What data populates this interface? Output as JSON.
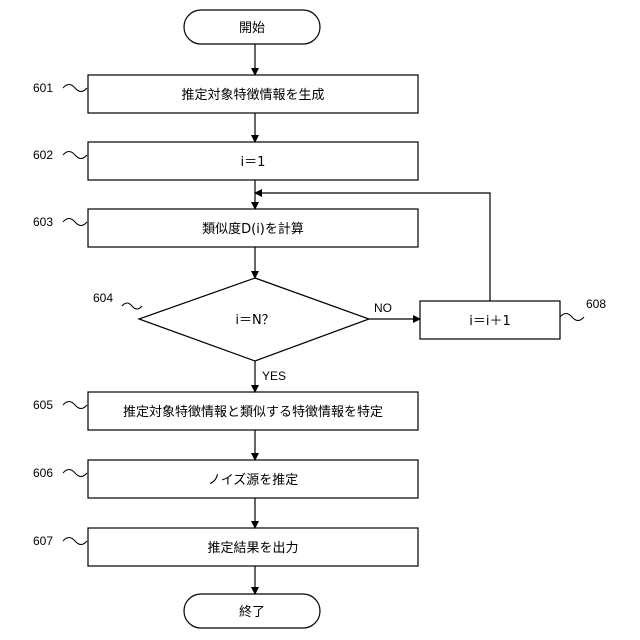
{
  "flowchart": {
    "start": "開始",
    "end": "終了",
    "steps": [
      {
        "ref": "601",
        "label": "推定対象特徴情報を生成"
      },
      {
        "ref": "602",
        "label": "i＝1"
      },
      {
        "ref": "603",
        "label": "類似度D(i)を計算"
      },
      {
        "ref": "604",
        "label": "i＝N？"
      },
      {
        "ref": "605",
        "label": "推定対象特徴情報と類似する特徴情報を特定"
      },
      {
        "ref": "606",
        "label": "ノイズ源を推定"
      },
      {
        "ref": "607",
        "label": "推定結果を出力"
      },
      {
        "ref": "608",
        "label": "i＝i＋1"
      }
    ],
    "branch_yes": "YES",
    "branch_no": "NO"
  }
}
